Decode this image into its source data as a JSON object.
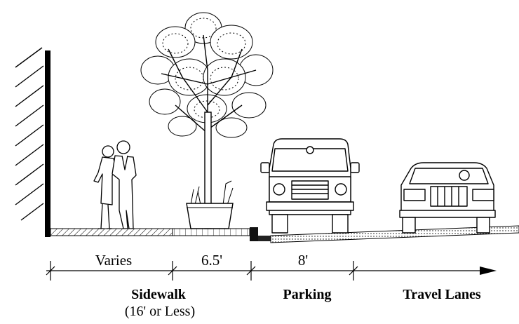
{
  "dimensions": {
    "varies": "Varies",
    "planter": "6.5'",
    "parking": "8'"
  },
  "zones": {
    "sidewalk": "Sidewalk",
    "sidewalk_note": "(16' or Less)",
    "parking": "Parking",
    "travel_lanes": "Travel Lanes"
  },
  "colors": {
    "line": "#000000",
    "background": "#ffffff"
  }
}
